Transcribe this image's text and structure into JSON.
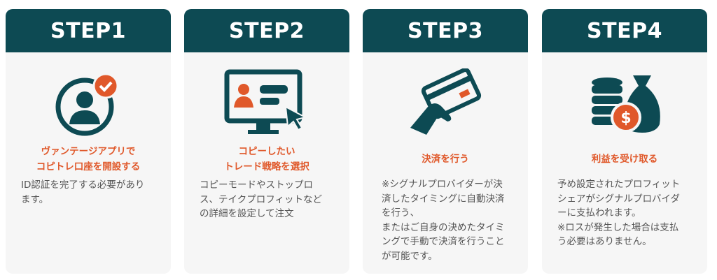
{
  "colors": {
    "header": "#0d4a53",
    "accent": "#e0582a",
    "card": "#f6f6f6"
  },
  "steps": [
    {
      "label": "STEP1",
      "icon": "user-check-icon",
      "title": "ヴァンテージアプリで\nコピトレ口座を開設する",
      "body": "ID認証を完了する必要があり\nます。"
    },
    {
      "label": "STEP2",
      "icon": "monitor-profile-icon",
      "title": "コピーしたい\nトレード戦略を選択",
      "body": "コピーモードやストップロ\nス、テイクプロフィットなど\nの詳細を設定して注文"
    },
    {
      "label": "STEP3",
      "icon": "credit-card-hand-icon",
      "title": "決済を行う",
      "body": "※シグナルプロバイダーが決\n済したタイミングに自動決済\nを行う、\nまたはご自身の決めたタイミ\nングで手動で決済を行うこと\nが可能です。"
    },
    {
      "label": "STEP4",
      "icon": "money-bag-coins-icon",
      "title": "利益を受け取る",
      "body": "予め設定されたプロフィット\nシェアがシグナルプロバイダ\nーに支払われます。\n※ロスが発生した場合は支払\nう必要はありません。"
    }
  ]
}
